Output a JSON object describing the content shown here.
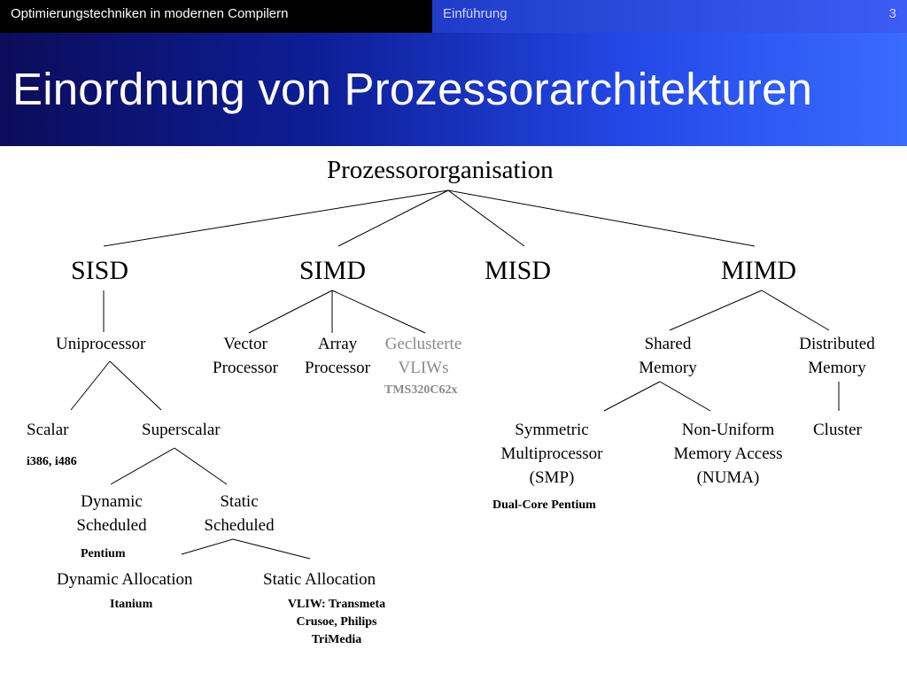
{
  "header": {
    "course": "Optimierungstechniken in modernen Compilern",
    "section": "Einführung",
    "page": "3"
  },
  "title": "Einordnung von Prozessorarchitekturen",
  "colors": {
    "header_left": "#000000",
    "header_right": "#2d4ce0",
    "title_bg_start": "#0c0c5a",
    "title_bg_end": "#3a6bff",
    "gray_text": "#8a8a8a"
  },
  "tree": {
    "root": "Prozessororganisation",
    "sisd": "SISD",
    "simd": "SIMD",
    "misd": "MISD",
    "mimd": "MIMD",
    "uniprocessor": "Uniprocessor",
    "vector_processor": [
      "Vector",
      "Processor"
    ],
    "array_processor": [
      "Array",
      "Processor"
    ],
    "geclusterte_vliws": [
      "Geclusterte",
      "VLIWs"
    ],
    "tms": "TMS320C62x",
    "shared_memory": [
      "Shared",
      "Memory"
    ],
    "distributed_memory": [
      "Distributed",
      "Memory"
    ],
    "scalar": "Scalar",
    "scalar_examples": "i386, i486",
    "superscalar": "Superscalar",
    "smp": [
      "Symmetric",
      "Multiprocessor",
      "(SMP)"
    ],
    "smp_example": "Dual-Core Pentium",
    "numa": [
      "Non-Uniform",
      "Memory Access",
      "(NUMA)"
    ],
    "cluster": "Cluster",
    "dynamic_scheduled": [
      "Dynamic",
      "Scheduled"
    ],
    "dynamic_scheduled_example": "Pentium",
    "static_scheduled": [
      "Static",
      "Scheduled"
    ],
    "dynamic_allocation": "Dynamic Allocation",
    "dynamic_allocation_example": "Itanium",
    "static_allocation": "Static Allocation",
    "static_allocation_example": [
      "VLIW: Transmeta",
      "Crusoe, Philips",
      "TriMedia"
    ]
  }
}
